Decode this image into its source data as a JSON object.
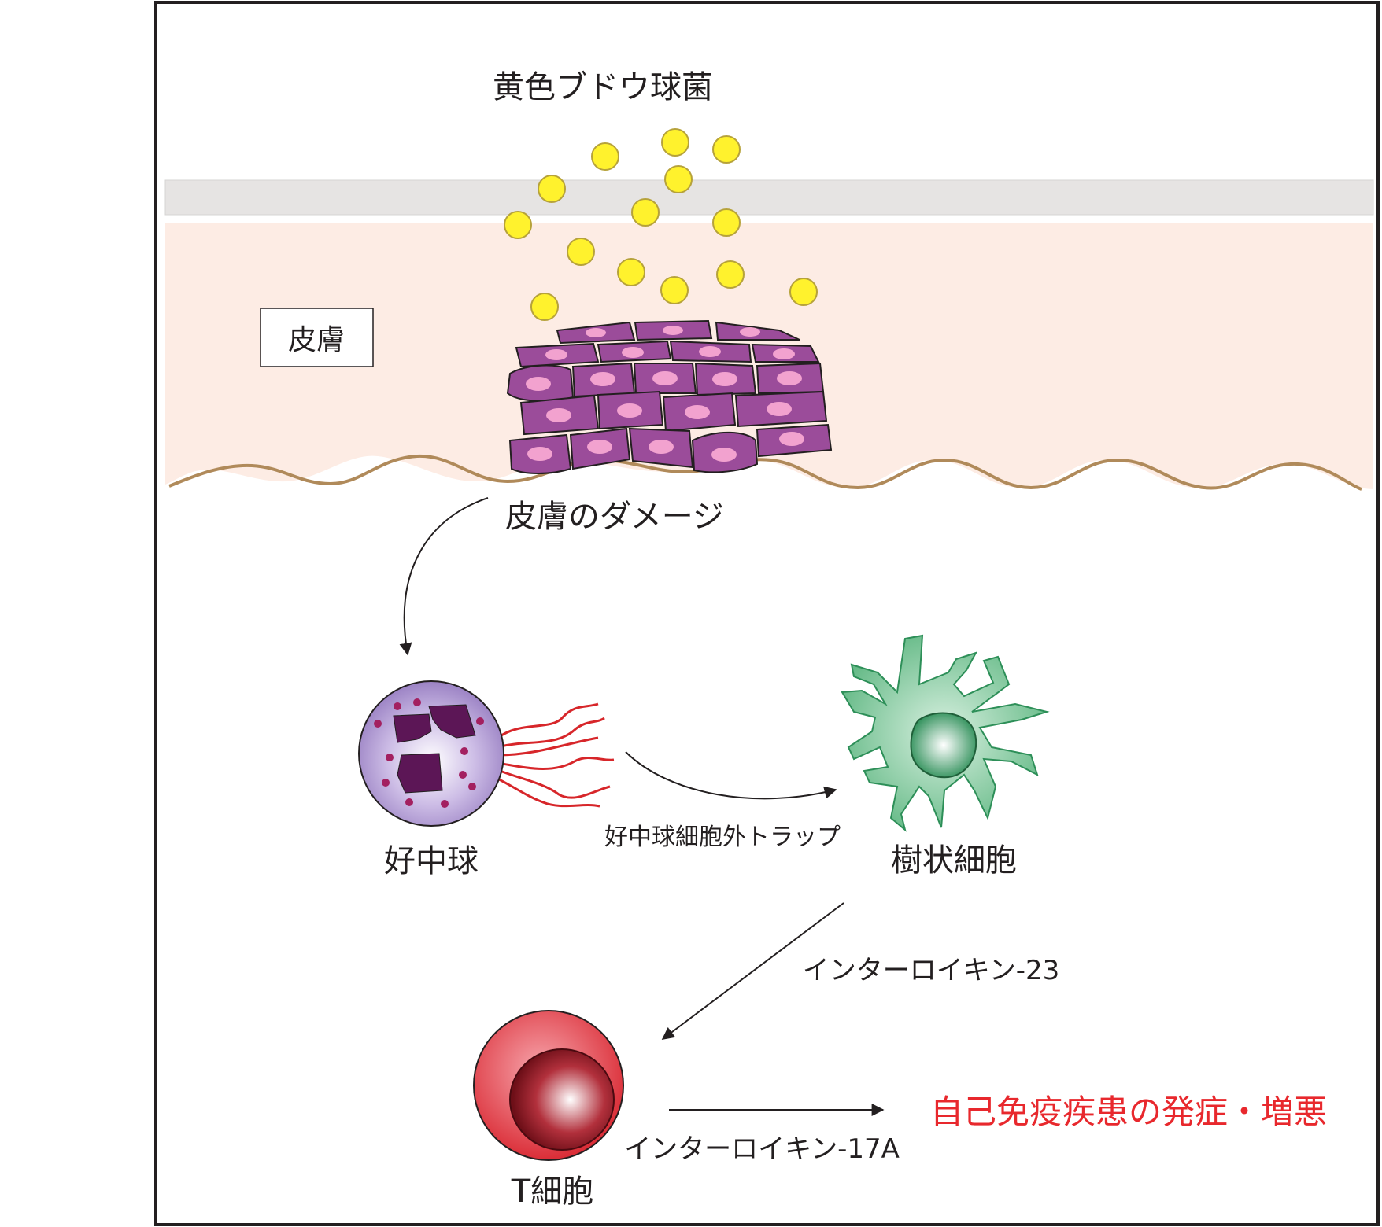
{
  "labels": {
    "bacteria": "黄色ブドウ球菌",
    "skin": "皮膚",
    "skin_damage": "皮膚のダメージ",
    "neutrophil": "好中球",
    "net": "好中球細胞外トラップ",
    "dendritic": "樹状細胞",
    "il23": "インターロイキン-23",
    "tcell": "T細胞",
    "il17a": "インターロイキン-17A",
    "outcome": "自己免疫疾患の発症・増悪"
  },
  "colors": {
    "frame": "#231f20",
    "stratum_corneum": "#e6e4e3",
    "skin": "#fdece4",
    "basement_line": "#b08a5a",
    "bacteria": "#fff22d",
    "keratinocyte": "#9b4c9a",
    "keratinocyte_nucleus": "#f2a2cf",
    "neutrophil": "#b8a3d6",
    "neutrophil_nucleus": "#5c1656",
    "net_fibers": "#d7262a",
    "dendritic": "#6cc08f",
    "tcell": "#e0383f",
    "outcome_text": "#e8282d"
  },
  "icons": [
    "staphylococcus-aureus-icon",
    "keratinocyte-layer-icon",
    "neutrophil-icon",
    "dendritic-cell-icon",
    "t-cell-icon"
  ]
}
